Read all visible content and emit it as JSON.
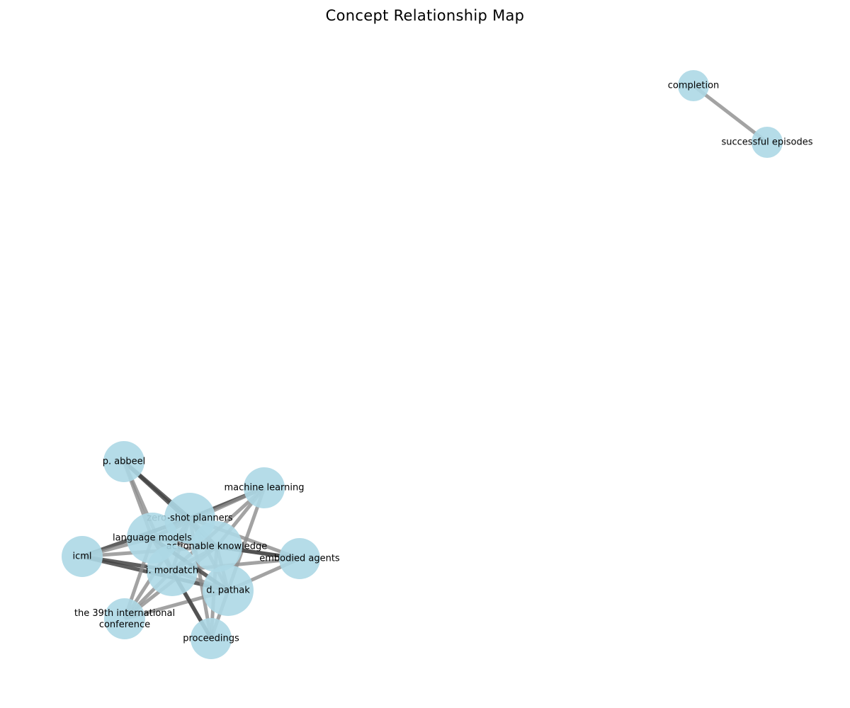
{
  "title": "Concept Relationship Map",
  "colors": {
    "node_fill": "#add8e6",
    "edge_strong": "#444444",
    "edge_weak": "#8c8c8c",
    "label": "#000000",
    "background": "#ffffff"
  },
  "nodes": [
    {
      "id": "completion",
      "label": "completion",
      "size": "small"
    },
    {
      "id": "successful-episodes",
      "label": "successful episodes",
      "size": "small"
    },
    {
      "id": "p-abbeel",
      "label": "p. abbeel",
      "size": "medium"
    },
    {
      "id": "machine-learning",
      "label": "machine learning",
      "size": "medium"
    },
    {
      "id": "zero-shot-planners",
      "label": "zero-shot planners",
      "size": "large"
    },
    {
      "id": "language-models",
      "label": "language models",
      "size": "large"
    },
    {
      "id": "actionable-knowledge",
      "label": "actionable knowledge",
      "size": "large"
    },
    {
      "id": "icml",
      "label": "icml",
      "size": "medium"
    },
    {
      "id": "embodied-agents",
      "label": "embodied agents",
      "size": "medium"
    },
    {
      "id": "i-mordatch",
      "label": "i. mordatch",
      "size": "large"
    },
    {
      "id": "d-pathak",
      "label": "d. pathak",
      "size": "large"
    },
    {
      "id": "the-39th-international-conference",
      "label": [
        "the 39th international",
        "conference"
      ],
      "size": "medium"
    },
    {
      "id": "proceedings",
      "label": "proceedings",
      "size": "medium"
    }
  ],
  "edges": [
    {
      "source": "completion",
      "target": "successful-episodes",
      "weight": "weak"
    },
    {
      "source": "p-abbeel",
      "target": "zero-shot-planners",
      "weight": "strong"
    },
    {
      "source": "p-abbeel",
      "target": "language-models",
      "weight": "weak"
    },
    {
      "source": "p-abbeel",
      "target": "actionable-knowledge",
      "weight": "strong"
    },
    {
      "source": "p-abbeel",
      "target": "i-mordatch",
      "weight": "weak"
    },
    {
      "source": "machine-learning",
      "target": "zero-shot-planners",
      "weight": "strong"
    },
    {
      "source": "machine-learning",
      "target": "language-models",
      "weight": "weak"
    },
    {
      "source": "machine-learning",
      "target": "actionable-knowledge",
      "weight": "weak"
    },
    {
      "source": "machine-learning",
      "target": "i-mordatch",
      "weight": "weak"
    },
    {
      "source": "machine-learning",
      "target": "d-pathak",
      "weight": "weak"
    },
    {
      "source": "icml",
      "target": "zero-shot-planners",
      "weight": "strong"
    },
    {
      "source": "icml",
      "target": "language-models",
      "weight": "weak"
    },
    {
      "source": "icml",
      "target": "actionable-knowledge",
      "weight": "weak"
    },
    {
      "source": "icml",
      "target": "i-mordatch",
      "weight": "strong"
    },
    {
      "source": "icml",
      "target": "d-pathak",
      "weight": "strong"
    },
    {
      "source": "embodied-agents",
      "target": "zero-shot-planners",
      "weight": "weak"
    },
    {
      "source": "embodied-agents",
      "target": "language-models",
      "weight": "weak"
    },
    {
      "source": "embodied-agents",
      "target": "actionable-knowledge",
      "weight": "strong"
    },
    {
      "source": "embodied-agents",
      "target": "i-mordatch",
      "weight": "weak"
    },
    {
      "source": "embodied-agents",
      "target": "d-pathak",
      "weight": "weak"
    },
    {
      "source": "the-39th-international-conference",
      "target": "zero-shot-planners",
      "weight": "weak"
    },
    {
      "source": "the-39th-international-conference",
      "target": "language-models",
      "weight": "weak"
    },
    {
      "source": "the-39th-international-conference",
      "target": "actionable-knowledge",
      "weight": "weak"
    },
    {
      "source": "the-39th-international-conference",
      "target": "i-mordatch",
      "weight": "weak"
    },
    {
      "source": "the-39th-international-conference",
      "target": "d-pathak",
      "weight": "weak"
    },
    {
      "source": "proceedings",
      "target": "zero-shot-planners",
      "weight": "weak"
    },
    {
      "source": "proceedings",
      "target": "language-models",
      "weight": "weak"
    },
    {
      "source": "proceedings",
      "target": "actionable-knowledge",
      "weight": "weak"
    },
    {
      "source": "proceedings",
      "target": "i-mordatch",
      "weight": "strong"
    },
    {
      "source": "proceedings",
      "target": "d-pathak",
      "weight": "weak"
    },
    {
      "source": "zero-shot-planners",
      "target": "language-models",
      "weight": "weak"
    },
    {
      "source": "zero-shot-planners",
      "target": "actionable-knowledge",
      "weight": "weak"
    },
    {
      "source": "zero-shot-planners",
      "target": "i-mordatch",
      "weight": "weak"
    },
    {
      "source": "zero-shot-planners",
      "target": "d-pathak",
      "weight": "weak"
    },
    {
      "source": "language-models",
      "target": "actionable-knowledge",
      "weight": "weak"
    },
    {
      "source": "language-models",
      "target": "i-mordatch",
      "weight": "weak"
    },
    {
      "source": "language-models",
      "target": "d-pathak",
      "weight": "strong"
    },
    {
      "source": "actionable-knowledge",
      "target": "i-mordatch",
      "weight": "weak"
    },
    {
      "source": "actionable-knowledge",
      "target": "d-pathak",
      "weight": "weak"
    },
    {
      "source": "i-mordatch",
      "target": "d-pathak",
      "weight": "weak"
    }
  ]
}
